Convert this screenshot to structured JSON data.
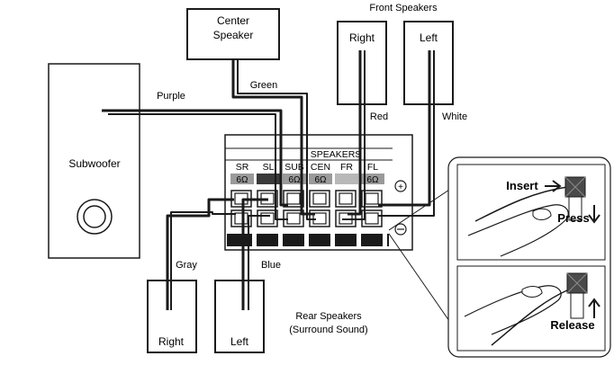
{
  "speakers": {
    "center": {
      "line1": "Center",
      "line2": "Speaker"
    },
    "front_group_label": "Front Speakers",
    "front_right": "Right",
    "front_left": "Left",
    "subwoofer": "Subwoofer",
    "rear_right": "Right",
    "rear_left": "Left",
    "rear_group_line1": "Rear Speakers",
    "rear_group_line2": "(Surround Sound)"
  },
  "wires": {
    "purple": "Purple",
    "green": "Green",
    "red": "Red",
    "white": "White",
    "gray": "Gray",
    "blue": "Blue"
  },
  "terminal": {
    "title": "SPEAKERS",
    "channels": [
      "SR",
      "SL",
      "SUB",
      "CEN",
      "FR",
      "FL"
    ],
    "impedance": [
      "6Ω",
      "",
      "6Ω",
      "6Ω",
      "",
      "6Ω"
    ],
    "plus_symbol": "⊕",
    "minus_symbol": "⊖"
  },
  "insets": {
    "insert": "Insert",
    "press": "Press",
    "release": "Release"
  },
  "colors": {
    "line": "#1a1a1a",
    "panel_gray": "#b8b8b8",
    "impedance_gray": "#9a9a9a",
    "dark_cell": "#3a3a3a"
  }
}
